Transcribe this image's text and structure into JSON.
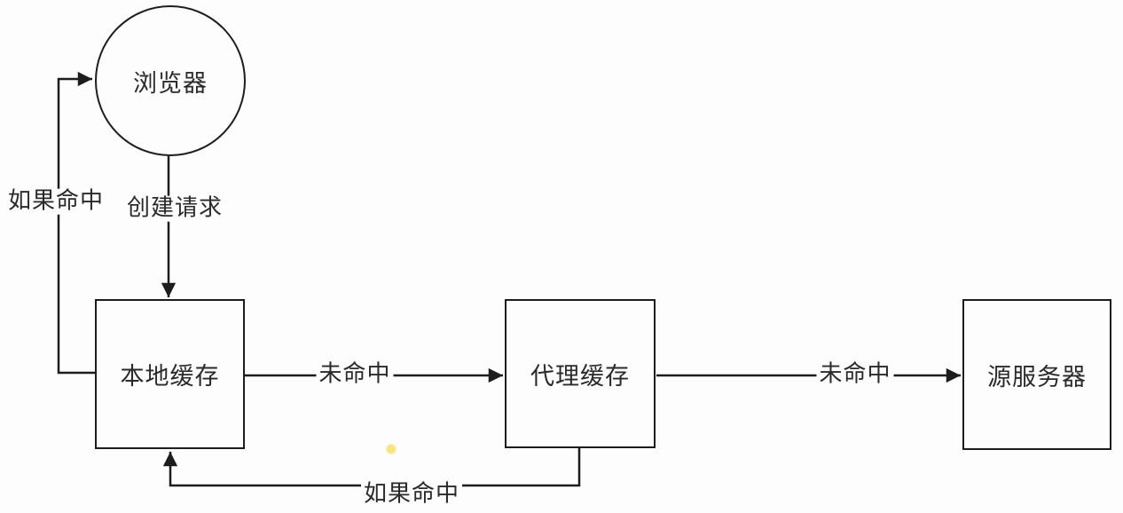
{
  "diagram": {
    "background_color": "#fdfdfd",
    "line_color": "#1d1d1d",
    "text_color": "#2a2a2a",
    "nodes": [
      {
        "id": "browser",
        "shape": "circle",
        "label": "浏览器"
      },
      {
        "id": "local-cache",
        "shape": "rect",
        "label": "本地缓存"
      },
      {
        "id": "proxy-cache",
        "shape": "rect",
        "label": "代理缓存"
      },
      {
        "id": "origin-server",
        "shape": "rect",
        "label": "源服务器"
      }
    ],
    "edges": [
      {
        "from": "browser",
        "to": "local-cache",
        "label": "创建请求"
      },
      {
        "from": "local-cache",
        "to": "browser",
        "label": "如果命中"
      },
      {
        "from": "local-cache",
        "to": "proxy-cache",
        "label": "未命中"
      },
      {
        "from": "proxy-cache",
        "to": "origin-server",
        "label": "未命中"
      },
      {
        "from": "proxy-cache",
        "to": "local-cache",
        "label": "如果命中"
      }
    ],
    "cursor_dot": {
      "color": "#f8e57c"
    }
  }
}
